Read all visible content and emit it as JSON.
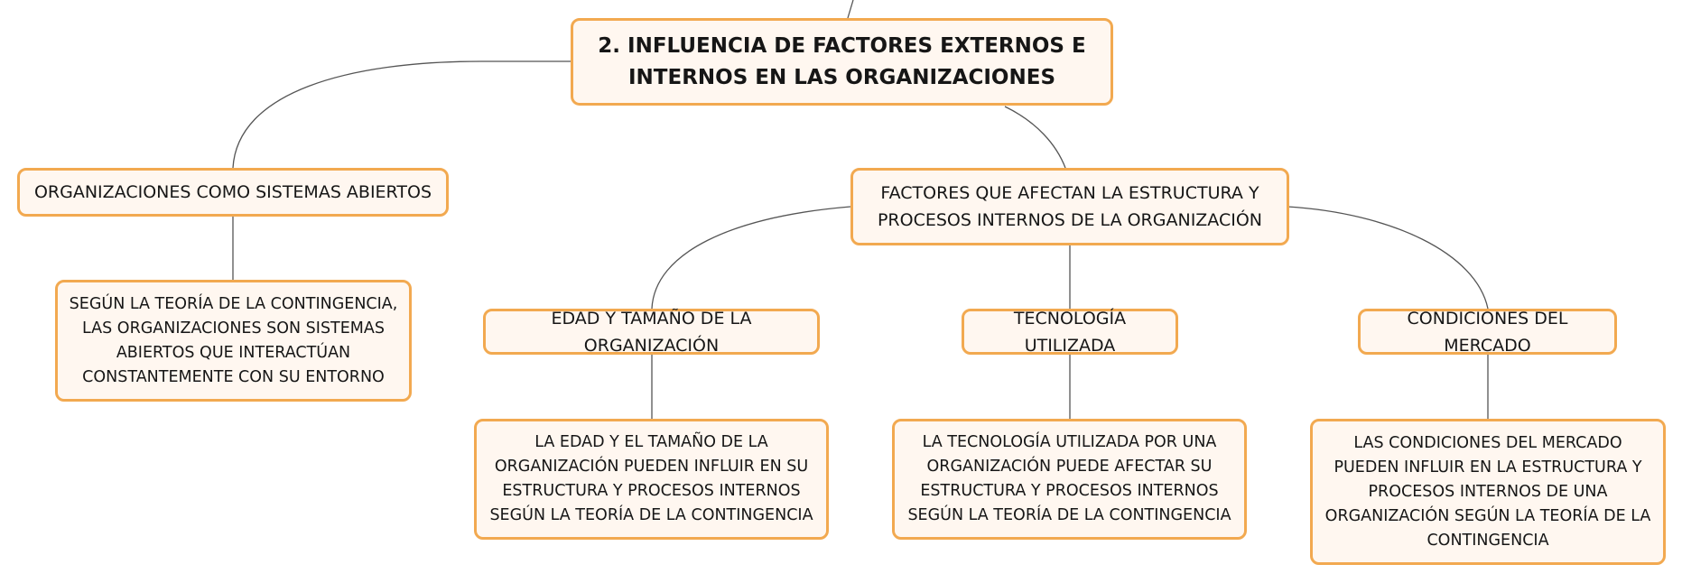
{
  "diagram": {
    "main_topic": "2. INFLUENCIA DE FACTORES EXTERNOS E INTERNOS EN LAS ORGANIZACIONES",
    "branches": [
      {
        "label": "ORGANIZACIONES COMO SISTEMAS ABIERTOS",
        "detail": "SEGÚN LA TEORÍA DE LA CONTINGENCIA, LAS ORGANIZACIONES SON SISTEMAS ABIERTOS QUE INTERACTÚAN CONSTANTEMENTE CON SU ENTORNO"
      },
      {
        "label": "FACTORES QUE AFECTAN LA ESTRUCTURA Y PROCESOS INTERNOS DE LA ORGANIZACIÓN",
        "children": [
          {
            "label": "EDAD Y TAMAÑO DE LA ORGANIZACIÓN",
            "detail": "LA EDAD Y EL TAMAÑO DE LA ORGANIZACIÓN PUEDEN INFLUIR EN SU ESTRUCTURA Y PROCESOS INTERNOS SEGÚN LA TEORÍA DE LA CONTINGENCIA"
          },
          {
            "label": "TECNOLOGÍA UTILIZADA",
            "detail": "LA TECNOLOGÍA UTILIZADA POR UNA ORGANIZACIÓN PUEDE AFECTAR SU ESTRUCTURA Y PROCESOS INTERNOS SEGÚN LA TEORÍA DE LA CONTINGENCIA"
          },
          {
            "label": "CONDICIONES DEL MERCADO",
            "detail": "LAS CONDICIONES DEL MERCADO PUEDEN INFLUIR EN LA ESTRUCTURA Y PROCESOS INTERNOS DE UNA ORGANIZACIÓN SEGÚN LA TEORÍA DE LA CONTINGENCIA"
          }
        ]
      }
    ]
  },
  "colors": {
    "node_fill": "#fff7f0",
    "node_border": "#f2a950",
    "connector": "#555555",
    "text": "#161616"
  }
}
